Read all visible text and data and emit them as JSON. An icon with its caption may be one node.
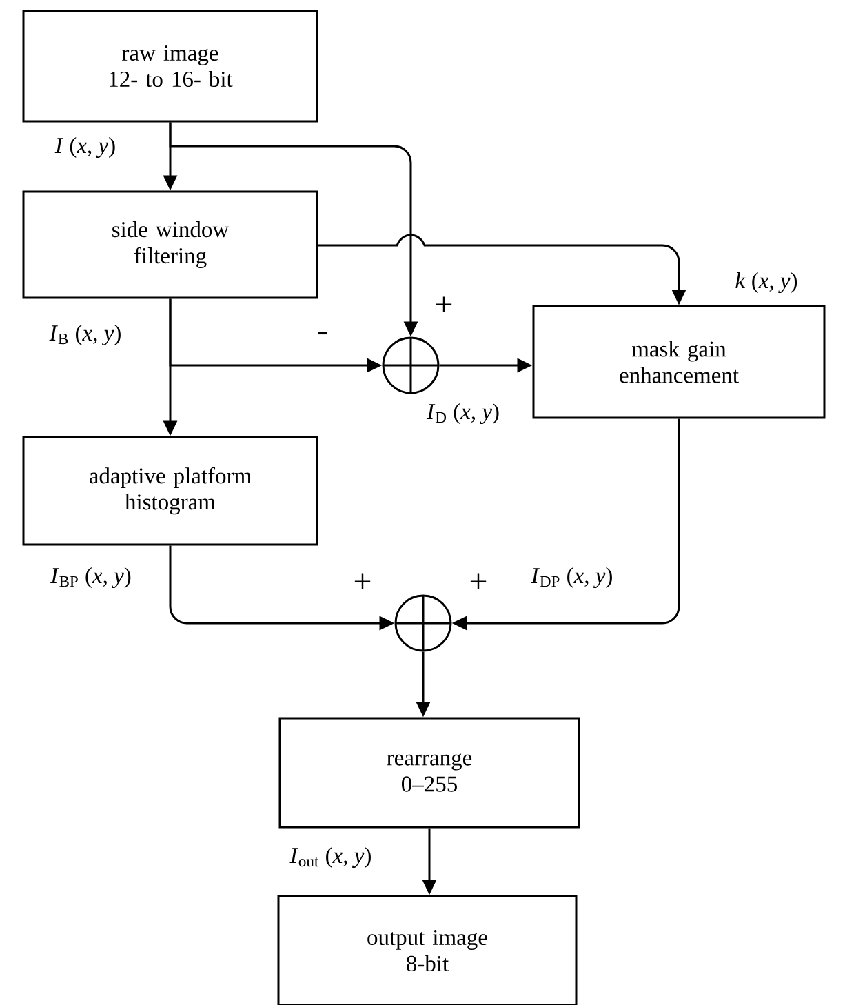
{
  "diagram": {
    "nodes": [
      {
        "text": [
          "raw image",
          "12- to 16- bit"
        ]
      },
      {
        "text": [
          "side window filtering"
        ]
      },
      {
        "text": [],
        "shape": "circle"
      },
      {
        "text": [
          "mask gain enhancement"
        ]
      },
      {
        "text": [
          "adaptive platform histogram"
        ]
      },
      {
        "text": [],
        "shape": "circle"
      },
      {
        "text": [
          "rearrange",
          "0–255"
        ]
      },
      {
        "text": [
          "output image",
          "8-bit"
        ]
      }
    ],
    "edges": [
      {
        "from": 0,
        "to": 1,
        "arrow": "to"
      },
      {
        "from": 0,
        "to": 2,
        "arrow": "to"
      },
      {
        "from": 1,
        "to": 3,
        "arrow": "to"
      },
      {
        "from": 1,
        "to": 2,
        "arrow": "to"
      },
      {
        "from": 1,
        "to": 4,
        "arrow": "to"
      },
      {
        "from": 2,
        "to": 3,
        "arrow": "to"
      },
      {
        "from": 4,
        "to": 5,
        "arrow": "to"
      },
      {
        "from": 3,
        "to": 5,
        "arrow": "to"
      },
      {
        "from": 5,
        "to": 6,
        "arrow": "to"
      },
      {
        "from": 6,
        "to": 7,
        "arrow": "to"
      }
    ],
    "labels": [
      "*I* (*x*, *y*)",
      "+",
      "*k* (*x*, *y*)",
      "*I*$_{B}$ (*x*, *y*)",
      "-",
      "*I*$_{D}$ (*x*, *y*)",
      "*I*$_{BP}$ (*x*, *y*)",
      "+",
      "+",
      "*I*$_{DP}$ (*x*, *y*)",
      "*I*$_{out}$ (*x*, *y*)"
    ]
  }
}
